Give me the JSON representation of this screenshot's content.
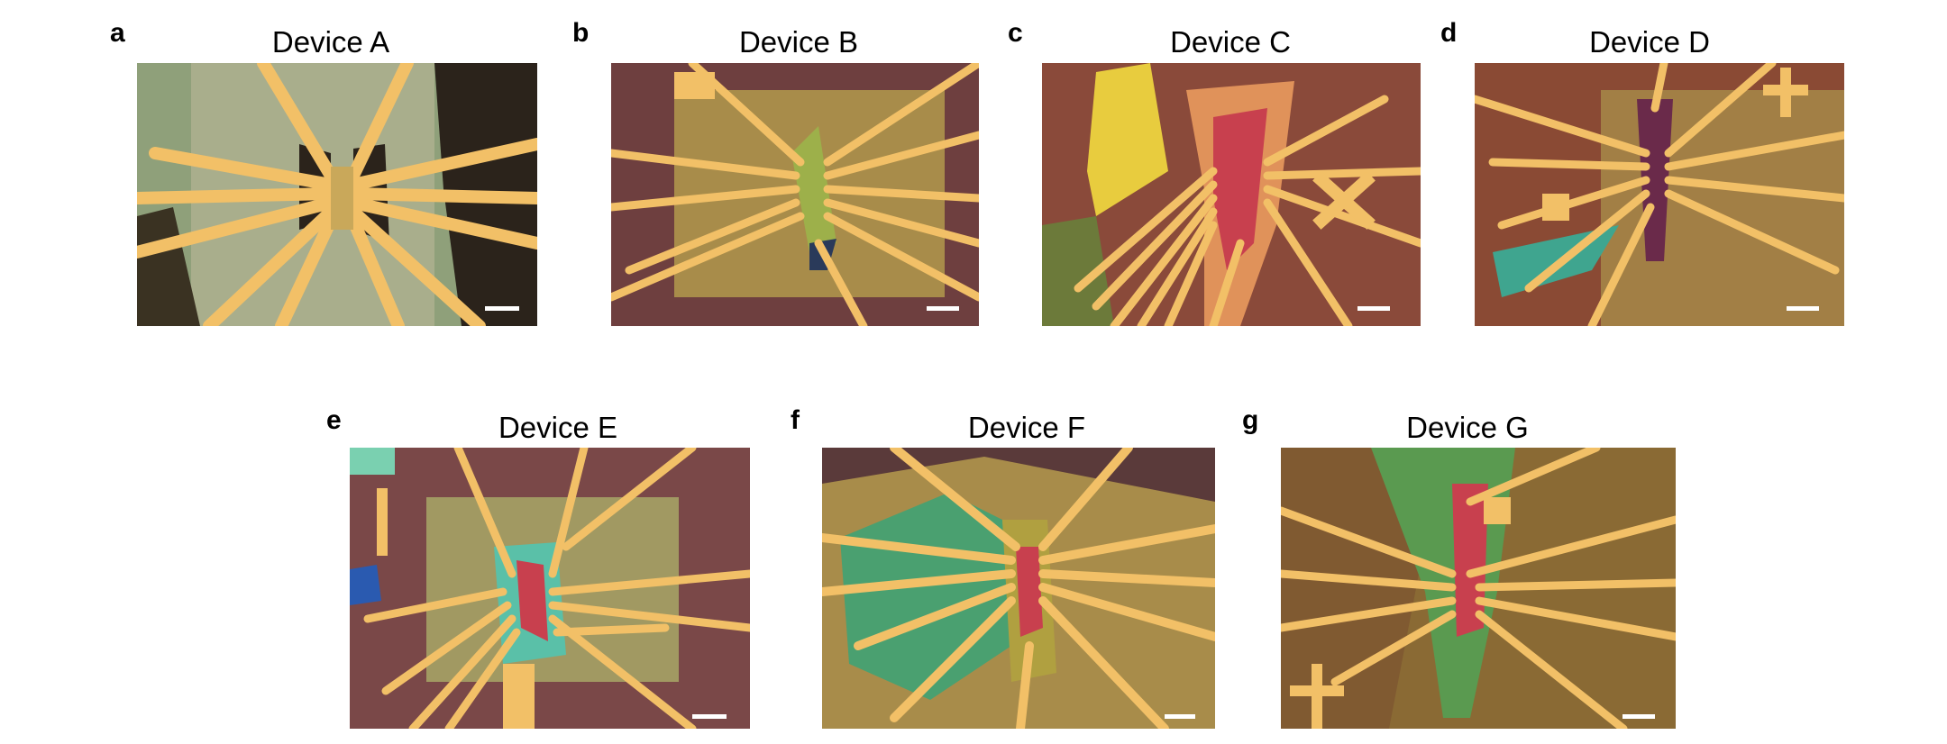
{
  "panels": [
    {
      "letter": "a",
      "title": "Device A"
    },
    {
      "letter": "b",
      "title": "Device B"
    },
    {
      "letter": "c",
      "title": "Device C"
    },
    {
      "letter": "d",
      "title": "Device D"
    },
    {
      "letter": "e",
      "title": "Device E"
    },
    {
      "letter": "f",
      "title": "Device F"
    },
    {
      "letter": "g",
      "title": "Device G"
    }
  ],
  "colors": {
    "gold_electrode": "#f2c067",
    "substrate_purple": "#6e3f3f",
    "substrate_green": "#8fa07a",
    "hbn_olive": "#a88c4a",
    "graphene_red": "#c8404e",
    "dark_region": "#2b231b",
    "teal_flake": "#3fa58f",
    "yellow_flake": "#e8cc3e",
    "scale_bar": "#ffffff"
  }
}
